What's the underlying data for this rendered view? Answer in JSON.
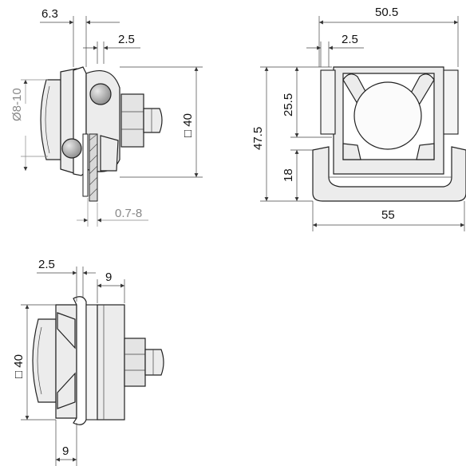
{
  "dimensions": {
    "side_top_width": "6.3",
    "side_plate_gap": "2.5",
    "side_height": "□ 40",
    "side_conductor_diameter": "Ø8-10",
    "side_clamp_range": "0.7-8",
    "front_width_top": "50.5",
    "front_gap": "2.5",
    "front_upper_height": "25.5",
    "front_total_height": "47.5",
    "front_lower_height": "18",
    "front_width_bottom": "55",
    "bottom_gap": "2.5",
    "bottom_width": "9",
    "bottom_height": "□ 40",
    "bottom_base_width": "9"
  },
  "colors": {
    "line": "#222222",
    "dim_line": "#444444",
    "grey_text": "#888888",
    "fill": "#ececec"
  }
}
